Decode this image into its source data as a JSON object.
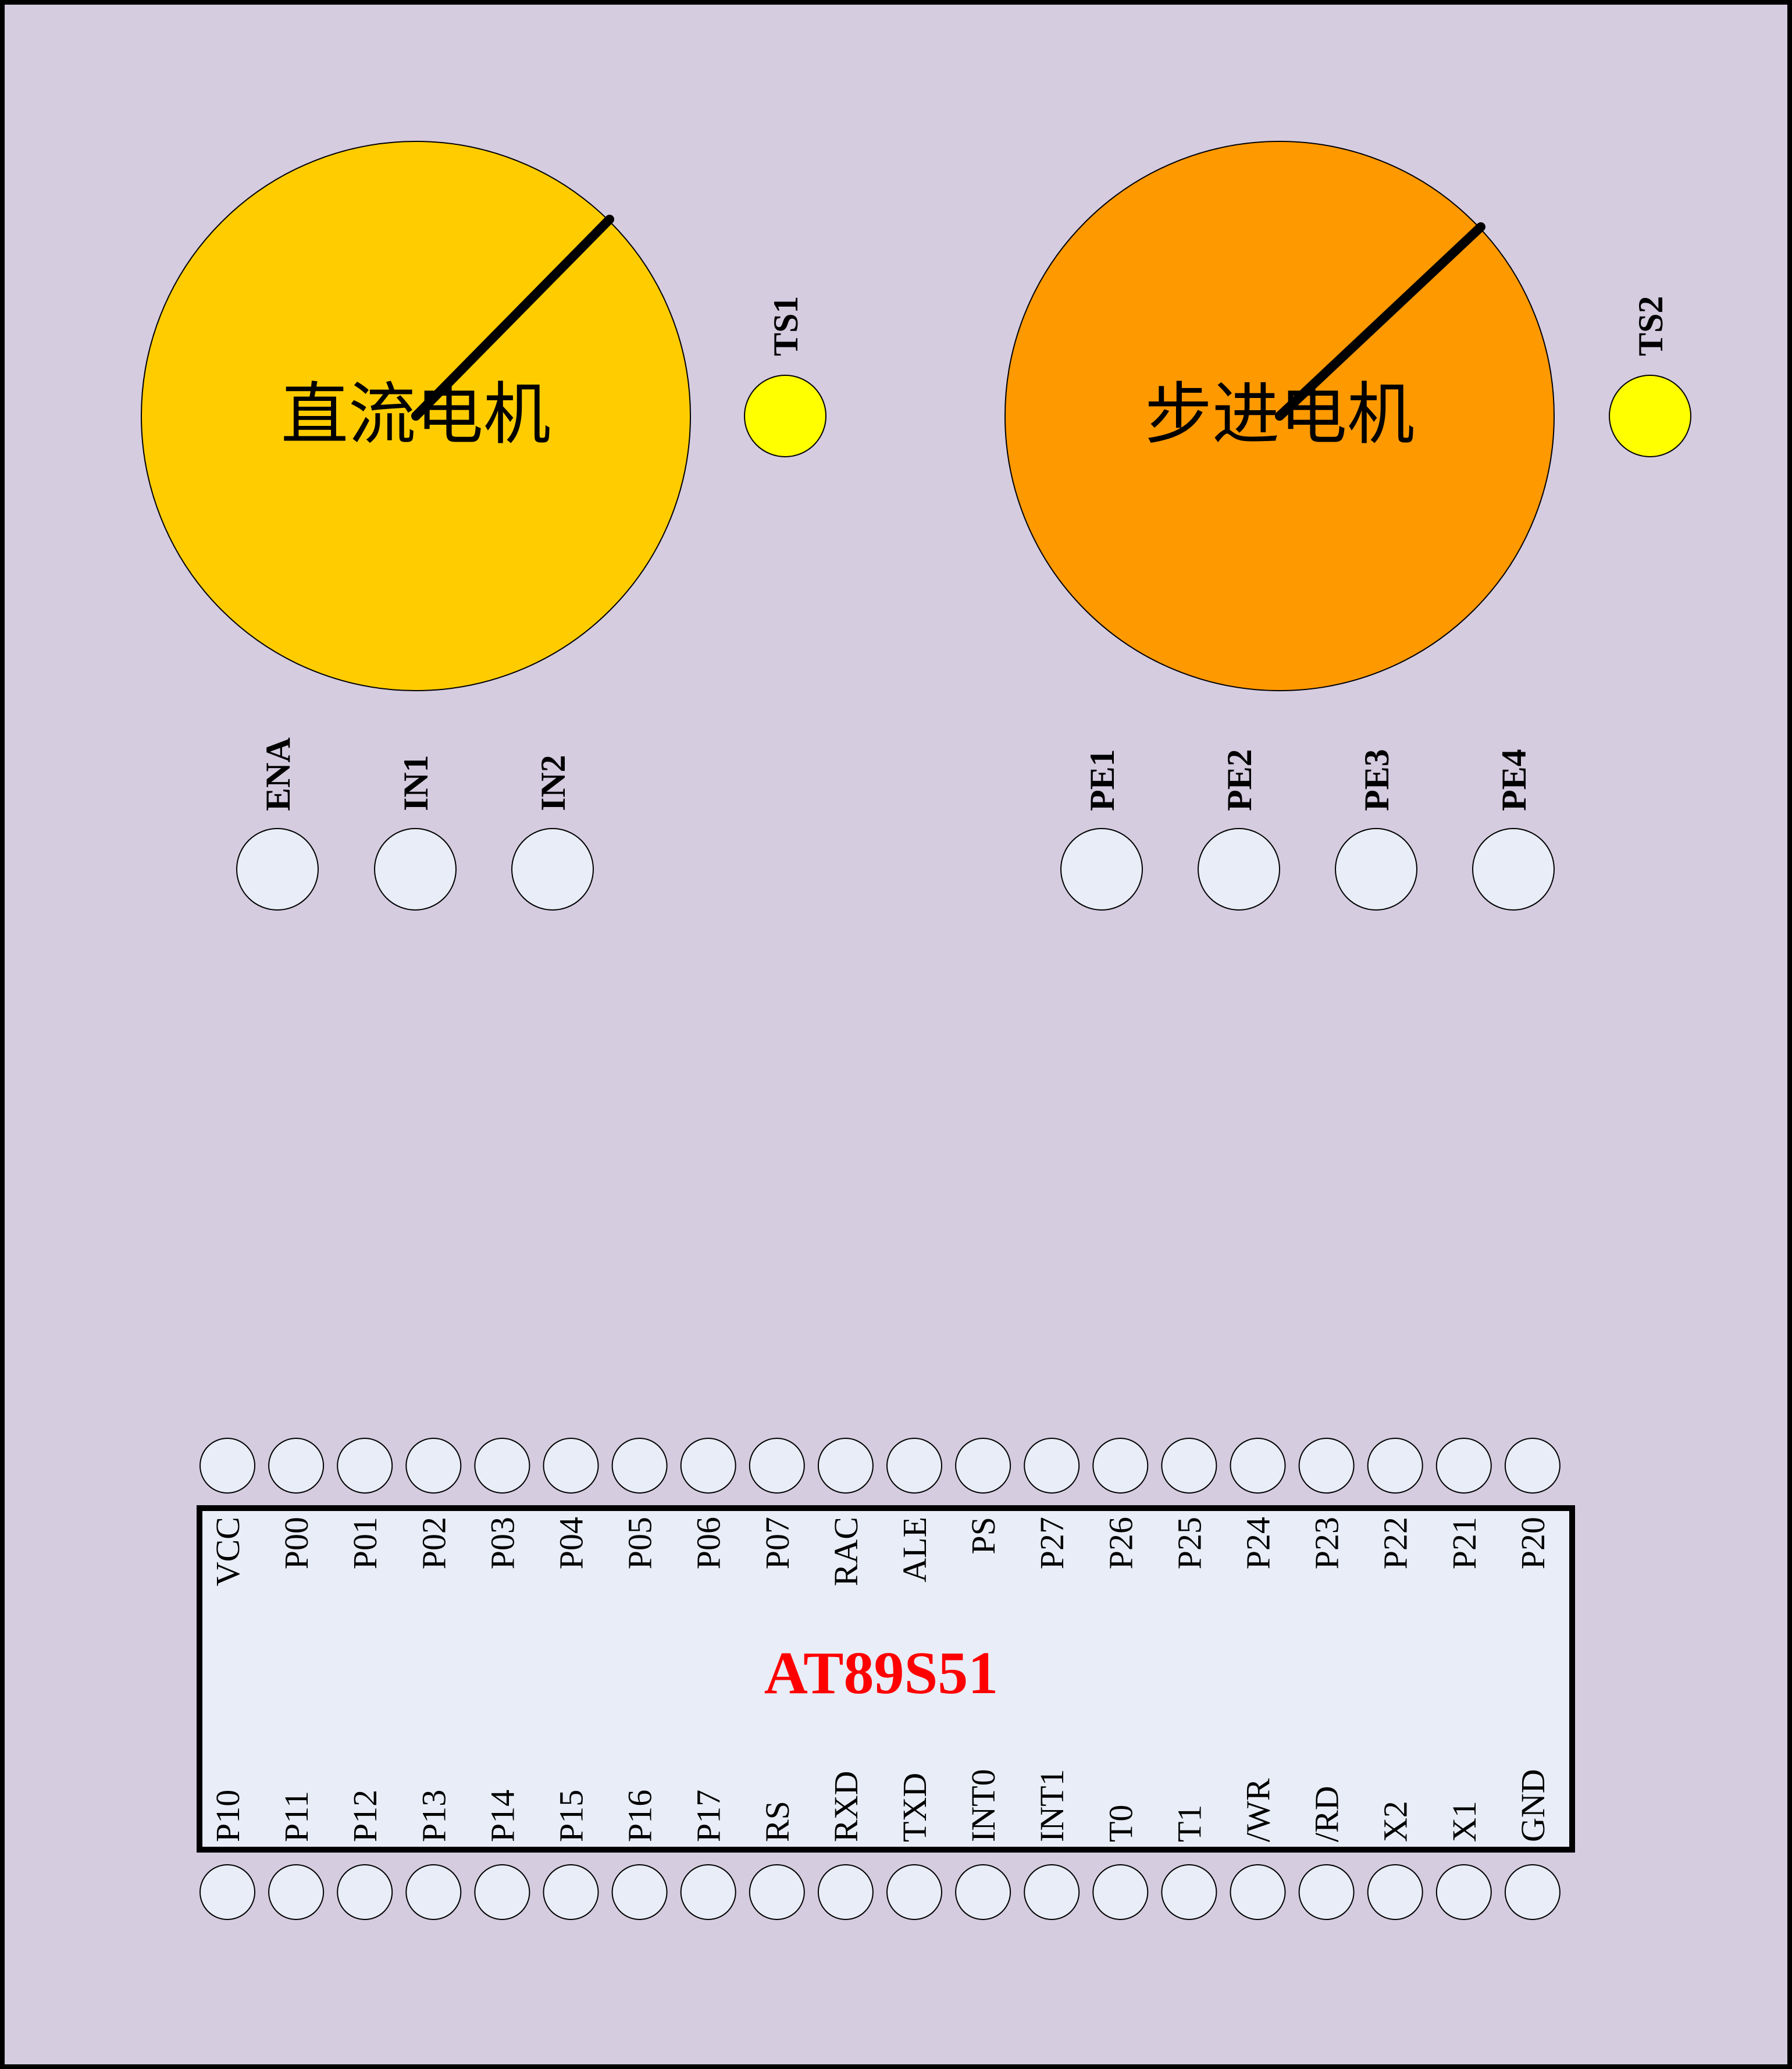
{
  "colors": {
    "panel": "#d5cce0",
    "dc_motor": "#ffcc00",
    "stepper_motor": "#ff9900",
    "indicator": "#ffff00",
    "terminal": "#e8edf7",
    "chip_body": "#e8edf7",
    "chip_title": "#ff0000",
    "outline": "#000000"
  },
  "dc_motor": {
    "label": "直流电机",
    "indicator": "TS1",
    "terminals": [
      "ENA",
      "IN1",
      "IN2"
    ]
  },
  "stepper_motor": {
    "label": "步进电机",
    "indicator": "TS2",
    "terminals": [
      "PE1",
      "PE2",
      "PE3",
      "PE4"
    ]
  },
  "chip": {
    "name": "AT89S51",
    "top_pins": [
      "VCC",
      "P00",
      "P01",
      "P02",
      "P03",
      "P04",
      "P05",
      "P06",
      "P07",
      "RAC",
      "ALE",
      "PS",
      "P27",
      "P26",
      "P25",
      "P24",
      "P23",
      "P22",
      "P21",
      "P20"
    ],
    "bottom_pins": [
      "P10",
      "P11",
      "P12",
      "P13",
      "P14",
      "P15",
      "P16",
      "P17",
      "RS",
      "RXD",
      "TXD",
      "INT0",
      "INT1",
      "T0",
      "T1",
      "/WR",
      "/RD",
      "X2",
      "X1",
      "GND"
    ]
  }
}
